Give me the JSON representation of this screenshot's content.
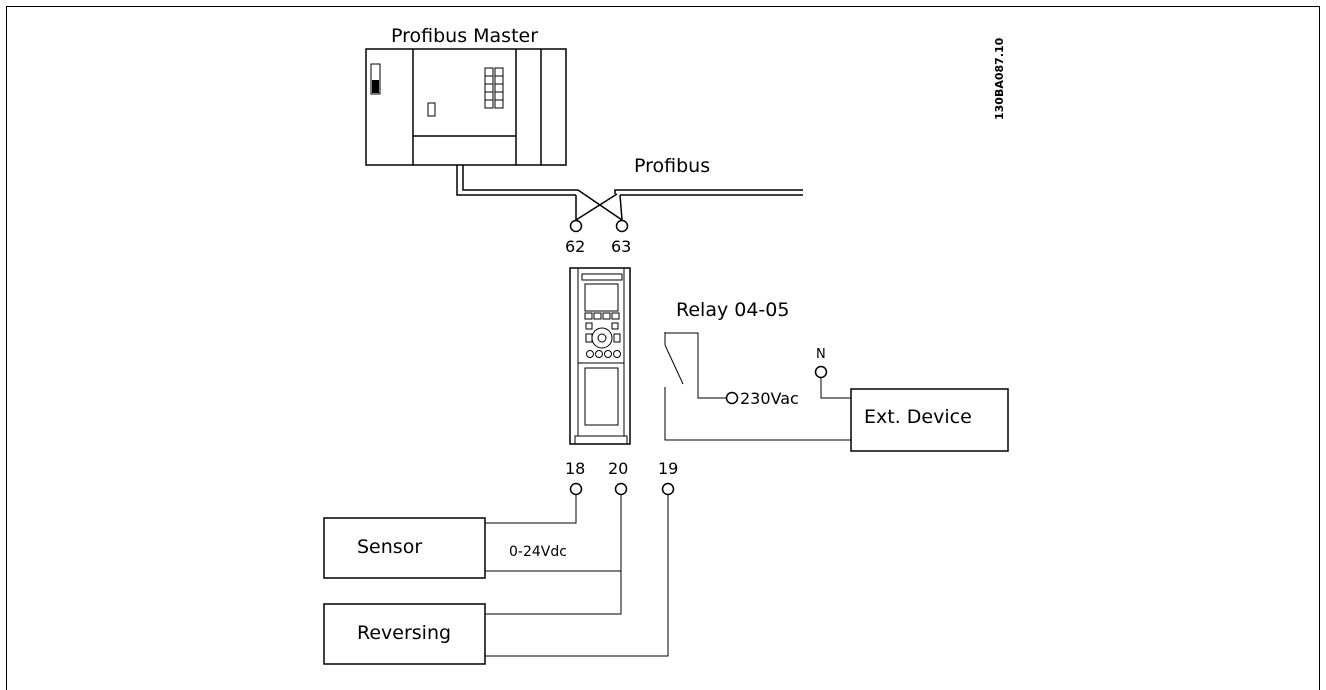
{
  "labels": {
    "master": "Profibus Master",
    "bus": "Profibus",
    "t62": "62",
    "t63": "63",
    "relay": "Relay 04-05",
    "neutral": "N",
    "vac": "230Vac",
    "ext_device": "Ext. Device",
    "t18": "18",
    "t20": "20",
    "t19": "19",
    "sensor": "Sensor",
    "vdc": "0-24Vdc",
    "reversing": "Reversing",
    "doc_id": "130BA087.10"
  }
}
